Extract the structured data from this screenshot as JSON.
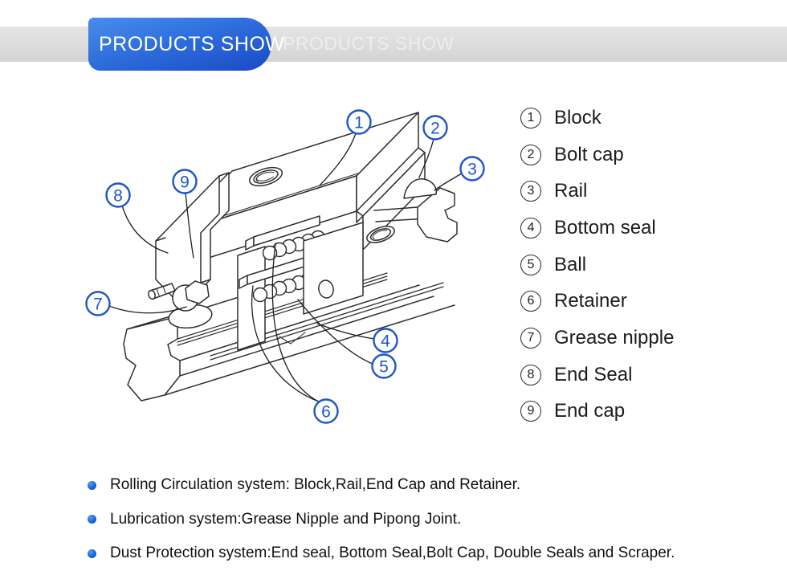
{
  "banner": {
    "title": "PRODUCTS SHOW",
    "ghost_title": "PRODUCTS SHOW",
    "badge_gradient_start": "#2e6fdc",
    "badge_gradient_end": "#1a49c9",
    "bar_color": "#dcdcdc"
  },
  "diagram": {
    "description": "Isometric exploded line drawing of a linear guide rail and block assembly",
    "callout_color": "#1d57c8",
    "line_color": "#2e2e2e",
    "callouts": [
      {
        "number": "1",
        "label": "Block"
      },
      {
        "number": "2",
        "label": "Bolt cap"
      },
      {
        "number": "3",
        "label": "Rail"
      },
      {
        "number": "4",
        "label": "Bottom seal"
      },
      {
        "number": "5",
        "label": "Ball"
      },
      {
        "number": "6",
        "label": "Retainer"
      },
      {
        "number": "7",
        "label": "Grease nipple"
      },
      {
        "number": "8",
        "label": "End Seal"
      },
      {
        "number": "9",
        "label": "End cap"
      }
    ]
  },
  "legend": {
    "items": [
      {
        "number": "1",
        "label": "Block"
      },
      {
        "number": "2",
        "label": "Bolt cap"
      },
      {
        "number": "3",
        "label": "Rail"
      },
      {
        "number": "4",
        "label": "Bottom seal"
      },
      {
        "number": "5",
        "label": "Ball"
      },
      {
        "number": "6",
        "label": "Retainer"
      },
      {
        "number": "7",
        "label": "Grease nipple"
      },
      {
        "number": "8",
        "label": "End Seal"
      },
      {
        "number": "9",
        "label": "End cap"
      }
    ]
  },
  "notes": {
    "bullet_color": "#1665d8",
    "items": [
      "Rolling Circulation system: Block,Rail,End Cap and Retainer.",
      "Lubrication system:Grease Nipple and Pipong Joint.",
      "Dust Protection system:End seal, Bottom Seal,Bolt Cap, Double Seals and Scraper."
    ]
  }
}
